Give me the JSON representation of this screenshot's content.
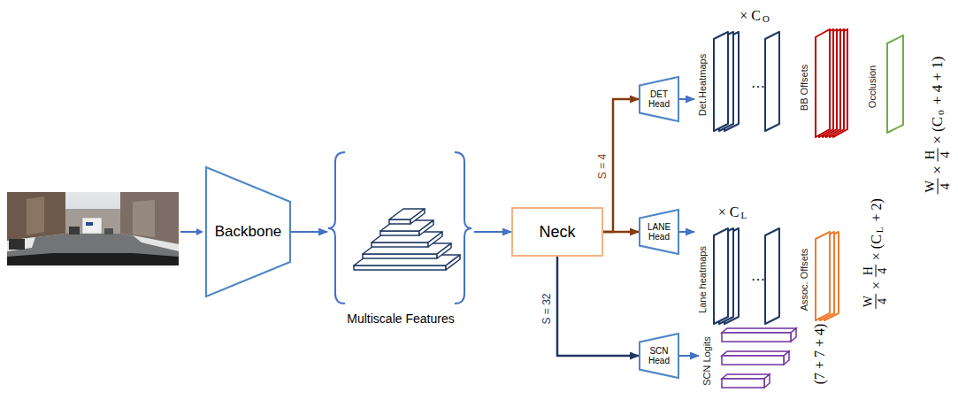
{
  "diagram": {
    "nodes": [
      {
        "text": [
          "Backbone"
        ]
      },
      {
        "text": [
          "Multiscale Features"
        ]
      },
      {
        "text": [
          "Neck"
        ]
      },
      {
        "text": [
          "DET Head"
        ]
      },
      {
        "text": [
          "LANE Head"
        ]
      },
      {
        "text": [
          "SCN Head"
        ]
      },
      {
        "text": [
          "Det.Heatmaps"
        ]
      },
      {
        "text": [
          "BB Offsets"
        ]
      },
      {
        "text": [
          "Occlusion"
        ]
      },
      {
        "text": [
          "Lane heatmaps"
        ]
      },
      {
        "text": [
          "Assoc. Offsets"
        ]
      },
      {
        "text": [
          "SCN Logits"
        ]
      }
    ],
    "edges": [
      {
        "from": 0,
        "to": 1,
        "arrow": "to"
      },
      {
        "from": 1,
        "to": 2,
        "arrow": "to"
      },
      {
        "from": 2,
        "to": 3,
        "label": "S = 4",
        "arrow": "to"
      },
      {
        "from": 2,
        "to": 4,
        "arrow": "to"
      },
      {
        "from": 2,
        "to": 5,
        "label": "S = 32",
        "arrow": "to"
      },
      {
        "from": 3,
        "to": 6,
        "arrow": "to"
      },
      {
        "from": 4,
        "to": 9,
        "arrow": "to"
      },
      {
        "from": 5,
        "to": 11,
        "arrow": "to"
      }
    ],
    "labels": [
      "× C",
      "O",
      "…",
      "× C",
      "L",
      "…",
      "W",
      "4",
      "×",
      "H",
      "4",
      "× (C",
      "o",
      "+ 4 + 1)",
      "W",
      "4",
      "×",
      "H",
      "4",
      "× (C",
      "L",
      "+ 2)",
      "(7 + 7 + 4)"
    ]
  }
}
